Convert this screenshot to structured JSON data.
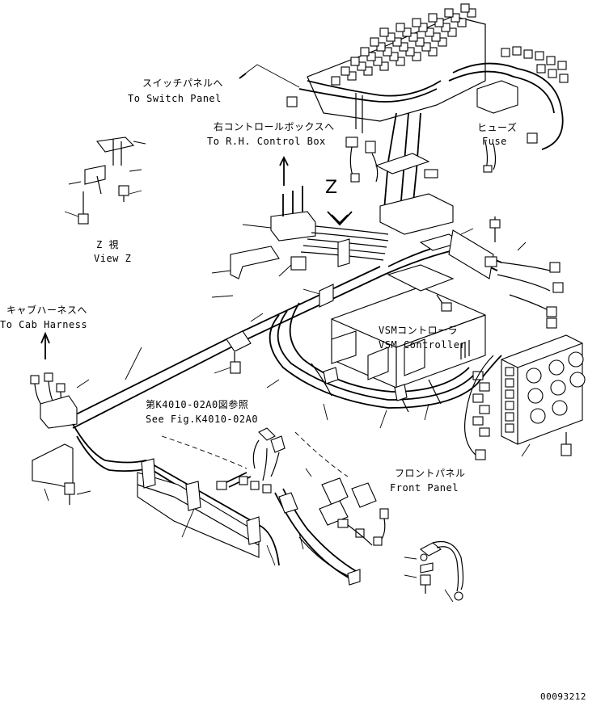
{
  "labels": {
    "switch_panel_jp": "スイッチパネルへ",
    "switch_panel_en": "To Switch Panel",
    "rh_control_box_jp": "右コントロールボックスへ",
    "rh_control_box_en": "To R.H. Control Box",
    "fuse_jp": "ヒューズ",
    "fuse_en": "Fuse",
    "view_z_letter": "Z",
    "view_z_jp": "Z 視",
    "view_z_en": "View Z",
    "cab_harness_jp": "キャブハーネスへ",
    "cab_harness_en": "To Cab Harness",
    "vsm_controller_jp": "VSMコントローラ",
    "vsm_controller_en": "VSM Controller",
    "see_fig_jp": "第K4010-02A0図参照",
    "see_fig_en": "See Fig.K4010-02A0",
    "front_panel_jp": "フロントパネル",
    "front_panel_en": "Front Panel",
    "drawing_number": "00093212"
  }
}
